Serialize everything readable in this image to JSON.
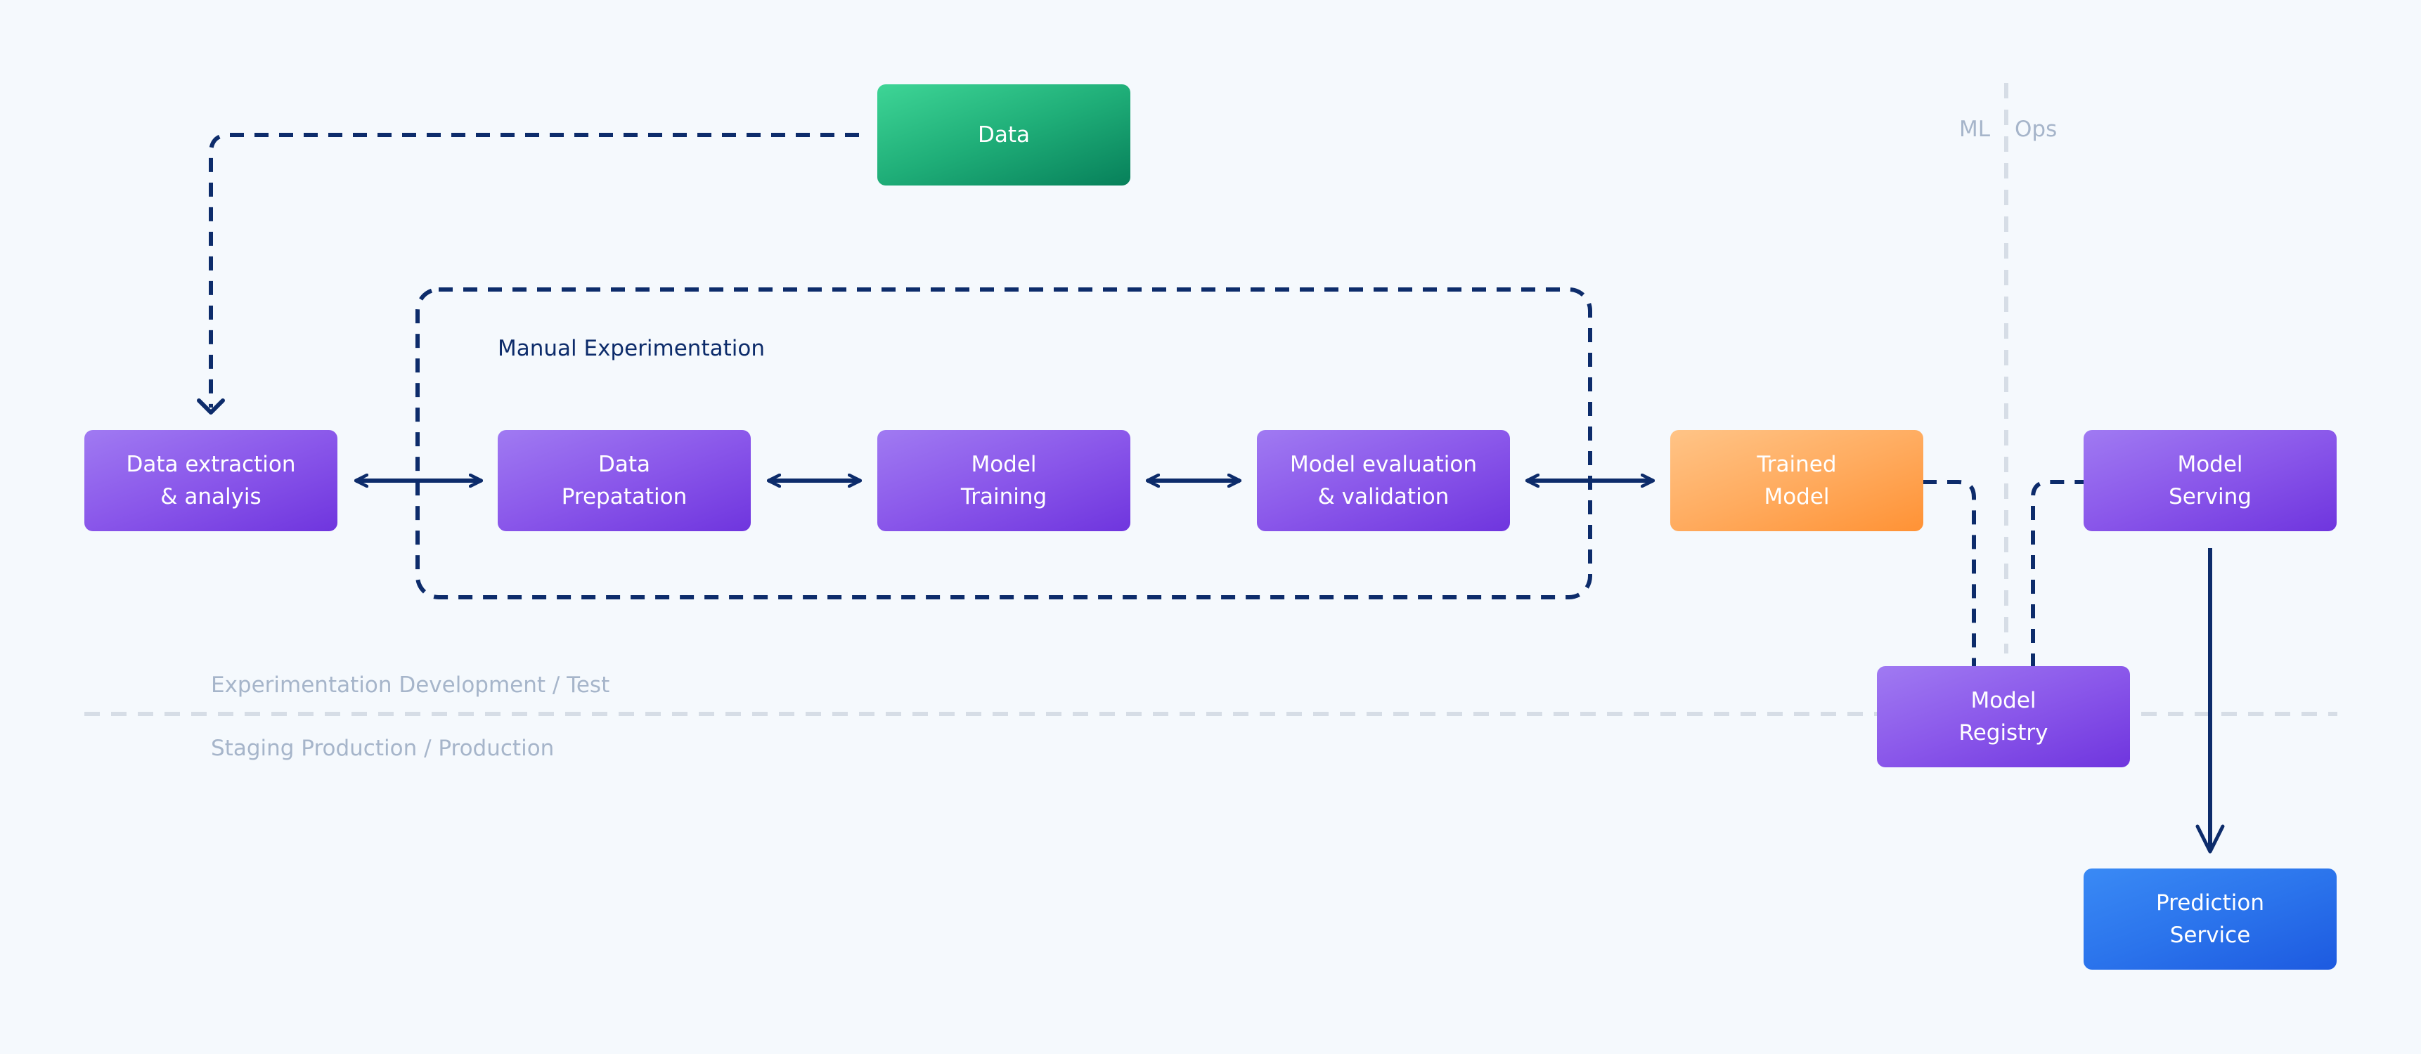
{
  "nodes": {
    "data": "Data",
    "extraction": "Data extraction\n& analyis",
    "preparation": "Data\nPrepatation",
    "training": "Model\nTraining",
    "evaluation": "Model evaluation\n& validation",
    "trained_model": "Trained\nModel",
    "serving": "Model\nServing",
    "registry": "Model\nRegistry",
    "prediction": "Prediction\nService"
  },
  "labels": {
    "manual_experimentation": "Manual Experimentation",
    "env_upper": "Experimentation Development / Test",
    "env_lower": "Staging Production / Production",
    "ml": "ML",
    "ops": "Ops"
  },
  "colors": {
    "arrow": "#0d2c6b",
    "divider": "#d6dde6",
    "purple": "#8a57ea",
    "green": "#1fae78",
    "orange": "#ffac60",
    "blue": "#2b74ec",
    "background": "#f5f9fd"
  }
}
